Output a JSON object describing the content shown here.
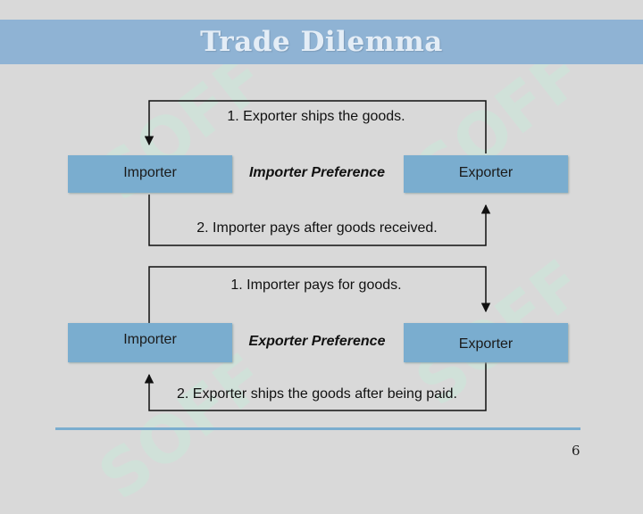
{
  "slide": {
    "title": "Trade Dilemma",
    "page_number": "6"
  },
  "watermark": {
    "text": "SOFF"
  },
  "diagram_top": {
    "left_box": "Importer",
    "right_box": "Exporter",
    "center_label": "Importer Preference",
    "top_arrow_label": "1. Exporter ships the goods.",
    "bottom_arrow_label": "2. Importer pays after goods received."
  },
  "diagram_bottom": {
    "left_box": "Importer",
    "right_box": "Exporter",
    "center_label": "Exporter Preference",
    "top_arrow_label": "1. Importer pays for goods.",
    "bottom_arrow_label": "2. Exporter ships the goods after being paid."
  }
}
